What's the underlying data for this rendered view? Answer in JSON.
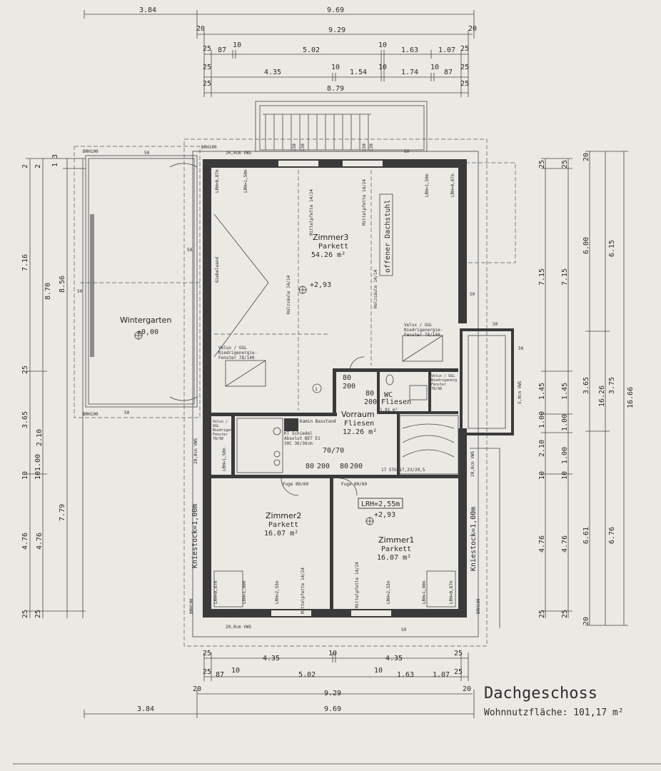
{
  "title": "Dachgeschoss",
  "subtitle": "Wohnnutzfläche: 101,17 m²",
  "rooms": {
    "zimmer3": {
      "name": "Zimmer3",
      "floor": "Parkett",
      "area": "54.26 m²",
      "level": "+2,93"
    },
    "wintergarten": {
      "name": "Wintergarten",
      "level": "±0,00"
    },
    "vorraum": {
      "name": "Vorraum",
      "floor": "Fliesen",
      "area": "12.26 m²"
    },
    "wc": {
      "name": "WC",
      "floor": "Fliesen",
      "area": "1.81 m²"
    },
    "zimmer2": {
      "name": "Zimmer2",
      "floor": "Parkett",
      "area": "16.07 m²"
    },
    "zimmer1": {
      "name": "Zimmer1",
      "floor": "Parkett",
      "area": "16.07 m²",
      "level": "+2,93",
      "height_box": "LRH=2,55m"
    }
  },
  "labels": {
    "offener_dachstuhl": "offener Dachstuhl",
    "giebelwand": "Giebelwand",
    "holzsaeule_l": "Holzsäule 14/14",
    "holzsaeule_r": "Holzsäule 14/14",
    "mittelpfette_l": "Mittelpfette 14/24",
    "mittelpfette_r": "Mittelpfette 14/24",
    "velux_l": "Velux / GGL Niedrigenergie- Fenster 78/140",
    "velux_r": "Velux / GGL Niedrigenergie- Fenster 78/140",
    "velux_wc": "Velux / GGL Niedrigenergie- Fenster 78/98",
    "velux_kitchen": "Velux / GGL Niedrigenergie- Fenster 78/98",
    "kamin": "Kamin Basstand",
    "schiedel": "KT Schiedel Absolut BET E1 30C 36/36cm",
    "kniestock_l": "Kniestock=1,00m",
    "kniestock_r": "Kniestock=1,00m",
    "vws_top": "20,0cm VWS",
    "vws_bottom": "20,0cm VWS",
    "vws_left": "20,0cm VWS",
    "vws_right": "20,0cm VWS",
    "vws_bal": "5,0cm VWS",
    "stairs": "17 STG 17,23/29,5",
    "doors": [
      "80",
      "200",
      "80",
      "200",
      "80",
      "200",
      "80",
      "200"
    ],
    "door_7070": "70/70",
    "fuge_l": "Fuge 80/60",
    "fuge_r": "Fuge 80/60",
    "lrh": [
      "LRH=0,87m",
      "LRH=1,50m",
      "LRH=1,50m",
      "LRH=0,87m",
      "LRH=0,87m",
      "LRH=1,90m",
      "LRH=2,55m",
      "LRH=2,55m",
      "LRH=1,90m",
      "LRH=0,87m",
      "LRH=1,50m"
    ],
    "mittelpfette_b1": "Mittelpfette 14/24",
    "mittelpfette_b2": "Mittelpfette 14/24",
    "brh": [
      "BRH100",
      "BRH100",
      "BRH100",
      "BRH100",
      "BRH100"
    ],
    "window_marks": [
      "50",
      "130",
      "150",
      "50",
      "130",
      "150",
      "50",
      "50",
      "50",
      "50",
      "50",
      "50",
      "50"
    ],
    "circle1": "1"
  },
  "dims_top": {
    "row1": [
      "3.84",
      "9.69"
    ],
    "row2": [
      "20",
      "9.29",
      "20"
    ],
    "row3": [
      "25",
      "87",
      "10",
      "5.02",
      "10",
      "1.63",
      "1.07",
      "25"
    ],
    "row4": [
      "25",
      "4.35",
      "10",
      "1.54",
      "10",
      "1.74",
      "10",
      "87",
      "25"
    ],
    "row5": [
      "25",
      "8.79",
      "25"
    ]
  },
  "dims_bottom": {
    "row1": [
      "25",
      "4.35",
      "10",
      "4.35",
      "25"
    ],
    "row2": [
      "25",
      "87",
      "10",
      "5.02",
      "10",
      "1.63",
      "1.07",
      "25"
    ],
    "row3": [
      "20",
      "9.29",
      "20"
    ],
    "row4": [
      "3.84",
      "9.69"
    ]
  },
  "dims_left": {
    "c1": [
      "7.16",
      "3.65",
      "4.76"
    ],
    "c1_small": [
      "2",
      "3",
      "1"
    ],
    "c2": [
      "8.70",
      "2.10",
      "4.76"
    ],
    "c3": [
      "8.56",
      "7.79"
    ],
    "c4": [
      "25",
      "10",
      "1.00",
      "10",
      "25"
    ]
  },
  "dims_right": {
    "c1": [
      "25",
      "7.15",
      "1.45",
      "1.00",
      "2.10",
      "10",
      "4.76",
      "25"
    ],
    "c2": [
      "25",
      "7.15",
      "1.45",
      "1.00",
      "1.00",
      "10",
      "4.76",
      "25"
    ],
    "c3": [
      "20",
      "6.00",
      "3.65",
      "16.26",
      "6.61",
      "20"
    ],
    "c4": [
      "6.15",
      "3.75",
      "6.76"
    ],
    "c5": [
      "16.66"
    ]
  }
}
